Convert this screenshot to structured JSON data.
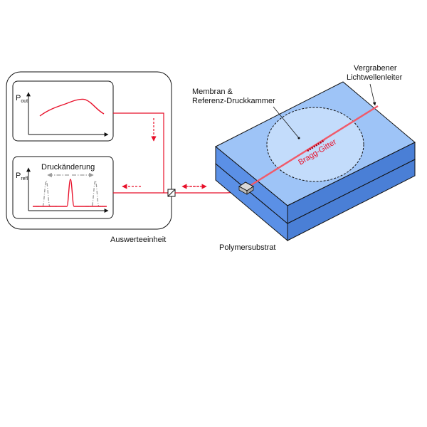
{
  "labels": {
    "evaluation_unit": "Auswerteeinheit",
    "pressure_change": "Druckänderung",
    "p_out_main": "P",
    "p_out_sub": "out",
    "p_refl_main": "P",
    "p_refl_sub": "refl",
    "membrane_line1": "Membran &",
    "membrane_line2": "Referenz-Druckkammer",
    "buried_line1": "Vergrabener",
    "buried_line2": "Lichtwellenleiter",
    "bragg_grating": "Bragg-Gitter",
    "polymer_substrate": "Polymersubstrat"
  },
  "colors": {
    "fiber": "#e8102a",
    "substrate_top": "#9ec4f7",
    "substrate_front": "#5b90e6",
    "substrate_side": "#4a7fd6",
    "membrane": "#c3dcfb",
    "reference_lines": "#9a9a9a"
  }
}
